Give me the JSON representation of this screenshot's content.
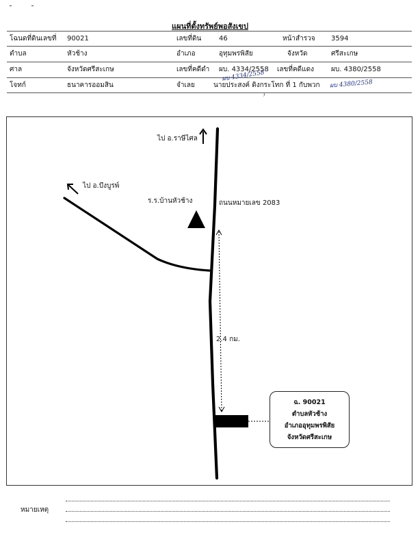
{
  "title": "แผนที่ตั้งทรัพย์พอสังเขป",
  "table": {
    "rows": [
      {
        "c1_label": "โฉนดที่ดินเลขที่",
        "c1_value": "90021",
        "c2_label": "เลขที่ดิน",
        "c2_value": "46",
        "c3_label": "หน้าสำรวจ",
        "c3_value": "3594"
      },
      {
        "c1_label": "ตำบล",
        "c1_value": "หัวช้าง",
        "c2_label": "อำเภอ",
        "c2_value": "อุทุมพรพิสัย",
        "c3_label": "จังหวัด",
        "c3_value": "ศรีสะเกษ"
      },
      {
        "c1_label": "ศาล",
        "c1_value": "จังหวัดศรีสะเกษ",
        "c2_label": "เลขที่คดีดำ",
        "c2_value": "ผบ. 4334/2558",
        "c3_label": "เลขที่คดีแดง",
        "c3_value": "ผบ. 4380/2558"
      },
      {
        "c1_label": "โจทก์",
        "c1_value": "ธนาคารออมสิน",
        "c2_label": "จำเลย",
        "c2_value": "นายประสงค์ ดิงกระโทก ที่ 1 กับพวก",
        "c3_label": "",
        "c3_value": ""
      }
    ],
    "handwritten": {
      "black_case": "ผบ 4334/2558",
      "red_case": "ผบ 4380/2558"
    }
  },
  "map": {
    "to_rasi_salai": "ไป อ.ราษีไศล",
    "to_bueng_bun": "ไป อ.บึงบูรพ์",
    "school": "ร.ร.บ้านหัวช้าง",
    "road": "ถนนหมายเลข 2083",
    "distance": "2.4 กม.",
    "parcel": {
      "deed": "ฉ. 90021",
      "tambon": "ตำบลหัวช้าง",
      "amphoe": "อำเภออุทุมพรพิสัย",
      "province": "จังหวัดศรีสะเกษ"
    }
  },
  "remarks_label": "หมายเหตุ"
}
